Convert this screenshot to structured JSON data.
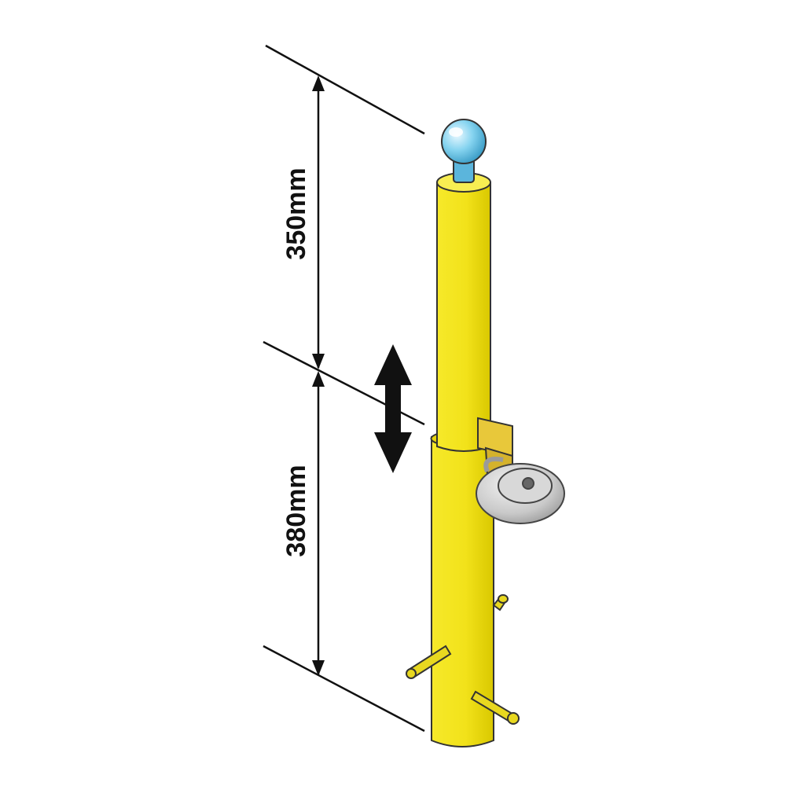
{
  "dimensions": {
    "upper": {
      "label": "350mm",
      "value_mm": 350
    },
    "lower": {
      "label": "380mm",
      "value_mm": 380
    }
  },
  "colors": {
    "post_yellow": "#f2e21a",
    "post_shadow": "#c9b800",
    "outline": "#333333",
    "ball_blue": "#7fd0ee",
    "lock_silver": "#c9c9c9",
    "flap_yellow": "#e8c83a",
    "line": "#111111"
  },
  "icons": {
    "adjust_arrow": "double-vertical-arrow-icon",
    "lock": "disc-padlock-icon",
    "ball": "tow-ball-icon"
  }
}
